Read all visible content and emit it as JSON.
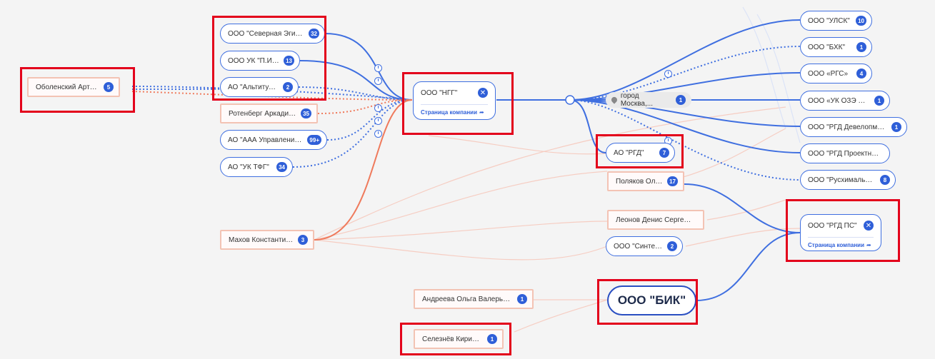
{
  "center": {
    "label": "ООО \"НГГ\"",
    "link": "Страница компании",
    "icon": "close-icon"
  },
  "rgd_ps": {
    "label": "ООО \"РГД ПС\"",
    "link": "Страница компании",
    "icon": "close-icon"
  },
  "big_node": {
    "label": "ООО \"БИК\""
  },
  "geo": {
    "label": "город Москва,...",
    "badge": "1",
    "icon": "location-pin-icon"
  },
  "left_companies": [
    {
      "label": "ООО \"Северная Эгида\"",
      "badge": "32"
    },
    {
      "label": "ООО УК \"П.И.Р.\"",
      "badge": "13"
    },
    {
      "label": "АО \"Альтитуда\"",
      "badge": "2"
    },
    {
      "label": "АО \"ААА Управление...",
      "badge": "99+"
    },
    {
      "label": "АО \"УК ТФГ\"",
      "badge": "34"
    }
  ],
  "left_persons": [
    {
      "label": "Оболенский Артем...",
      "badge": "5"
    },
    {
      "label": "Ротенберг Аркадий...",
      "badge": "35"
    },
    {
      "label": "Махов Константин...",
      "badge": "3"
    },
    {
      "label": "Андреева Ольга Валерьевна",
      "badge": "1"
    },
    {
      "label": "Селезнёв Кирилл...",
      "badge": "1"
    }
  ],
  "right_companies": [
    {
      "label": "ООО \"УЛСК\"",
      "badge": "10"
    },
    {
      "label": "ООО \"БХК\"",
      "badge": "1"
    },
    {
      "label": "ООО «РГС»",
      "badge": "4"
    },
    {
      "label": "ООО «УК ОЗЭ ППТ...",
      "badge": "1"
    },
    {
      "label": "ООО \"РГД Девелопмент\"",
      "badge": "1"
    },
    {
      "label": "ООО \"РГД Проектное...",
      "badge": ""
    },
    {
      "label": "ООО \"Русхимальянс\"",
      "badge": "8"
    }
  ],
  "mid_nodes": [
    {
      "label": "АО \"РГД\"",
      "badge": "7"
    },
    {
      "label": "Поляков Олег...",
      "badge": "17"
    },
    {
      "label": "Леонов Денис Сергеевич",
      "badge": ""
    },
    {
      "label": "ООО \"Синтеко\"",
      "badge": "2"
    }
  ],
  "colors": {
    "company_edge": "#3f6fe0",
    "person_edge": "#ef7a5c",
    "highlight": "#e3001b"
  }
}
